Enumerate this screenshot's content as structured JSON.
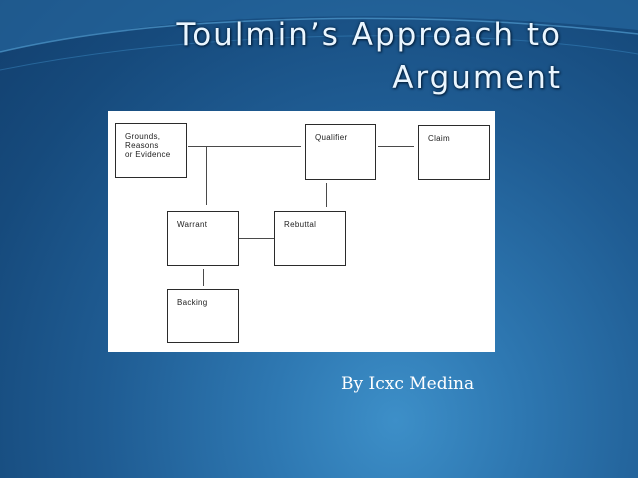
{
  "slide": {
    "title_line1": "Toulmin’s Approach to",
    "title_line2": "Argument",
    "subtitle": "By Icxc Medina"
  },
  "diagram": {
    "grounds": "Grounds,\nReasons\nor Evidence",
    "qualifier": "Qualifier",
    "claim": "Claim",
    "warrant": "Warrant",
    "rebuttal": "Rebuttal",
    "backing": "Backing"
  },
  "colors": {
    "background_dark": "#123f6e",
    "background_light": "#3d8fc8",
    "title_text": "#eaf6ff",
    "diagram_background": "#ffffff"
  }
}
